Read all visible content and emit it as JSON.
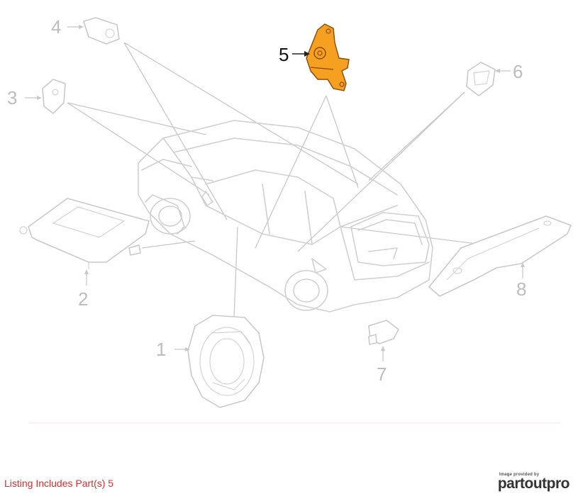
{
  "diagram": {
    "callouts": [
      {
        "id": "1",
        "label": "1",
        "highlighted": false
      },
      {
        "id": "2",
        "label": "2",
        "highlighted": false
      },
      {
        "id": "3",
        "label": "3",
        "highlighted": false
      },
      {
        "id": "4",
        "label": "4",
        "highlighted": false
      },
      {
        "id": "5",
        "label": "5",
        "highlighted": true
      },
      {
        "id": "6",
        "label": "6",
        "highlighted": false
      },
      {
        "id": "7",
        "label": "7",
        "highlighted": false
      },
      {
        "id": "8",
        "label": "8",
        "highlighted": false
      }
    ],
    "highlight_color": "#f6a021",
    "highlight_stroke": "#8a4a00",
    "line_color": "#c8c8c8"
  },
  "footer": {
    "listing": "Listing Includes Part(s) 5",
    "credit_caption": "Image provided by",
    "brand": "partoutpro"
  }
}
